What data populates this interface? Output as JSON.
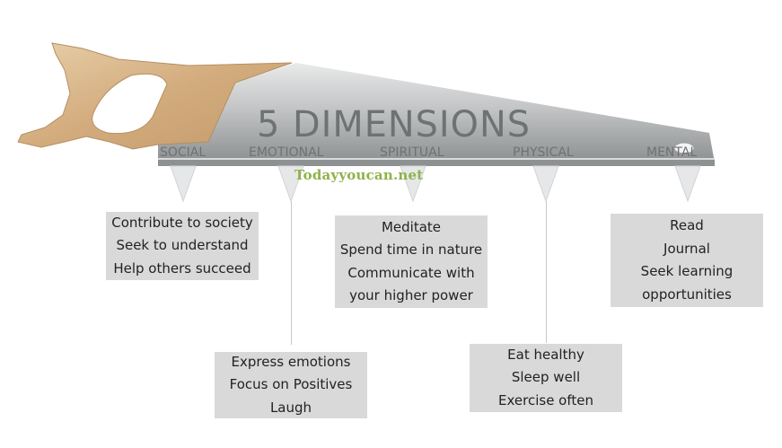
{
  "title": "5 DIMENSIONS",
  "watermark": "Todayyoucan.net",
  "colors": {
    "handle": "#d7b48a",
    "blade": "#b9bbbc",
    "box": "#d9d9d9",
    "watermark": "#8fb24a"
  },
  "dimensions": [
    {
      "label": "SOCIAL",
      "items": [
        "Contribute to society",
        "Seek to understand",
        "Help others succeed"
      ]
    },
    {
      "label": "EMOTIONAL",
      "items": [
        "Express emotions",
        "Focus on Positives",
        "Laugh"
      ]
    },
    {
      "label": "SPIRITUAL",
      "items": [
        "Meditate",
        "Spend time in nature",
        "Communicate with",
        "your higher power"
      ]
    },
    {
      "label": "PHYSICAL",
      "items": [
        "Eat healthy",
        "Sleep well",
        "Exercise often"
      ]
    },
    {
      "label": "MENTAL",
      "items": [
        "Read",
        "Journal",
        "Seek learning",
        "opportunities"
      ]
    }
  ]
}
